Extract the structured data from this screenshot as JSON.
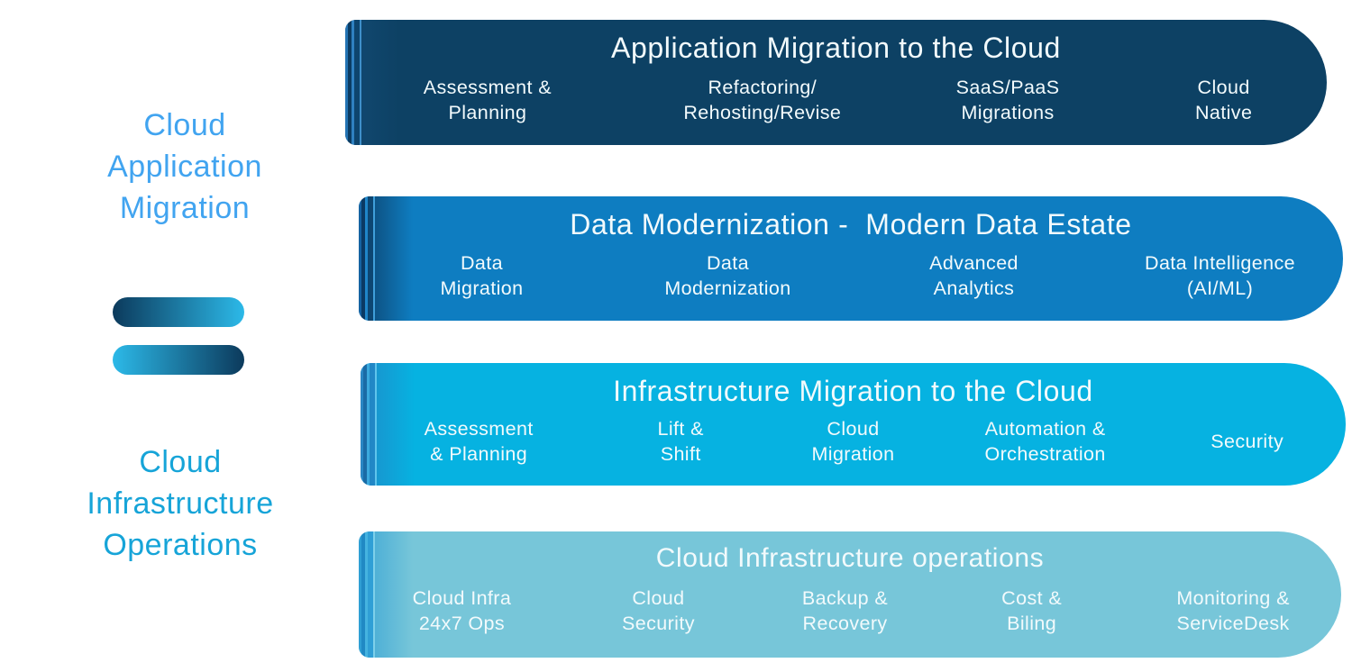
{
  "colors": {
    "bar1-fill": "#0d4164",
    "bar2-fill": "#0e7dc1",
    "bar3-fill": "#06b2e1",
    "bar4-fill": "#77c6d9",
    "bar-text": "#f2fafc",
    "label-app": "#41a4f0",
    "label-infra": "#16a4d8",
    "pill-dark": "#0c3a5c",
    "pill-cyan": "#2cb9e8"
  },
  "left_rail": {
    "app_label": "Cloud\nApplication\nMigration",
    "infra_label": "Cloud\nInfrastructure\nOperations"
  },
  "bars": [
    {
      "title": "Application Migration to the Cloud",
      "items": [
        "Assessment &\nPlanning",
        "Refactoring/\nRehosting/Revise",
        "SaaS/PaaS\nMigrations",
        "Cloud\nNative"
      ]
    },
    {
      "title": "Data Modernization -  Modern Data Estate",
      "items": [
        "Data\nMigration",
        "Data\nModernization",
        "Advanced\nAnalytics",
        "Data Intelligence\n(AI/ML)"
      ]
    },
    {
      "title": "Infrastructure Migration to the Cloud",
      "items": [
        "Assessment\n& Planning",
        "Lift &\nShift",
        "Cloud\nMigration",
        "Automation &\nOrchestration",
        "Security"
      ]
    },
    {
      "title": "Cloud Infrastructure operations",
      "items": [
        "Cloud Infra\n24x7 Ops",
        "Cloud\nSecurity",
        "Backup &\nRecovery",
        "Cost &\nBiling",
        "Monitoring &\nServiceDesk"
      ]
    }
  ]
}
